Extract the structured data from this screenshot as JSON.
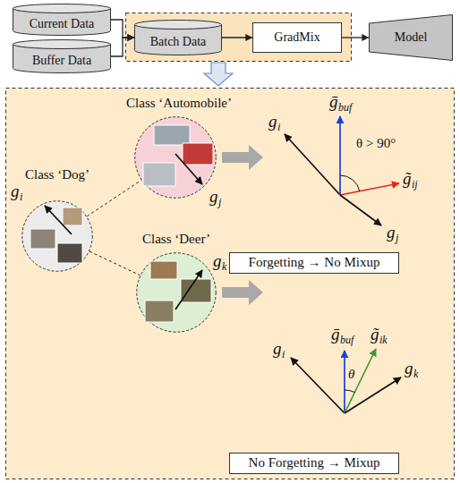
{
  "diagram": {
    "nodes": [
      {
        "text": [
          "Current Data"
        ]
      },
      {
        "text": [
          "Buffer Data"
        ]
      },
      {
        "text": [
          "Batch Data"
        ]
      },
      {
        "text": [
          "GradMix"
        ]
      },
      {
        "text": [
          "Model"
        ]
      },
      {
        "text": [
          "Class ‘Dog’"
        ]
      },
      {
        "text": [
          "Class ‘Automobile’"
        ]
      },
      {
        "text": [
          "Class ‘Deer’"
        ]
      },
      {
        "text": [
          "Forgetting → No Mixup"
        ]
      },
      {
        "text": [
          "No Forgetting → Mixup"
        ]
      }
    ],
    "edges": [
      {
        "from": 0,
        "to": 2,
        "arrow": "to"
      },
      {
        "from": 1,
        "to": 2,
        "arrow": "to"
      },
      {
        "from": 2,
        "to": 3,
        "arrow": "to"
      },
      {
        "from": 3,
        "to": 4,
        "arrow": "to"
      },
      {
        "from": 5,
        "to": 6,
        "arrow": "none"
      },
      {
        "from": 5,
        "to": 7,
        "arrow": "none"
      }
    ],
    "labels": [
      "g",
      "i",
      "g",
      "j",
      "g",
      "k",
      "g",
      "i",
      "ḡ",
      "buf",
      "θ > 90°",
      "g̃",
      "ij",
      "g",
      "j",
      "g",
      "i",
      "ḡ",
      "buf",
      "g̃",
      "ik",
      "g",
      "k",
      "θ"
    ]
  }
}
